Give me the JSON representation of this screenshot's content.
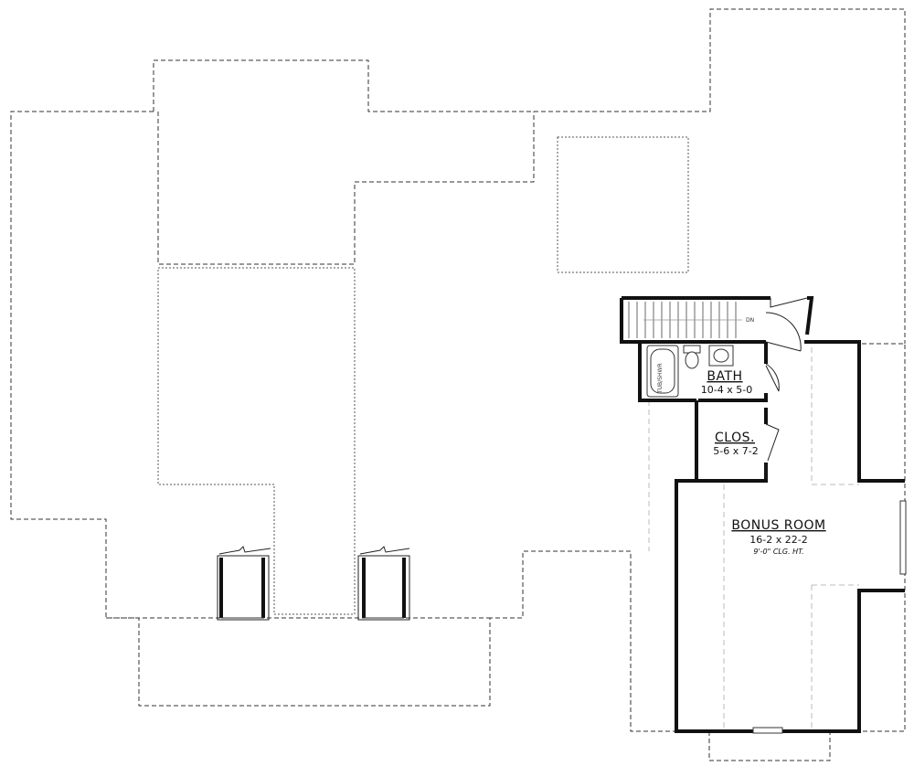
{
  "rooms": {
    "bath": {
      "name": "BATH",
      "size": "10-4 x 5-0"
    },
    "closet": {
      "name": "CLOS.",
      "size": "5-6 x 7-2"
    },
    "bonus": {
      "name": "BONUS ROOM",
      "size": "16-2 x 22-2",
      "ceiling": "9'-0\" CLG. HT."
    }
  },
  "stair": {
    "label": "DN"
  },
  "fixtures": {
    "tub": "TUB/SHWR"
  }
}
